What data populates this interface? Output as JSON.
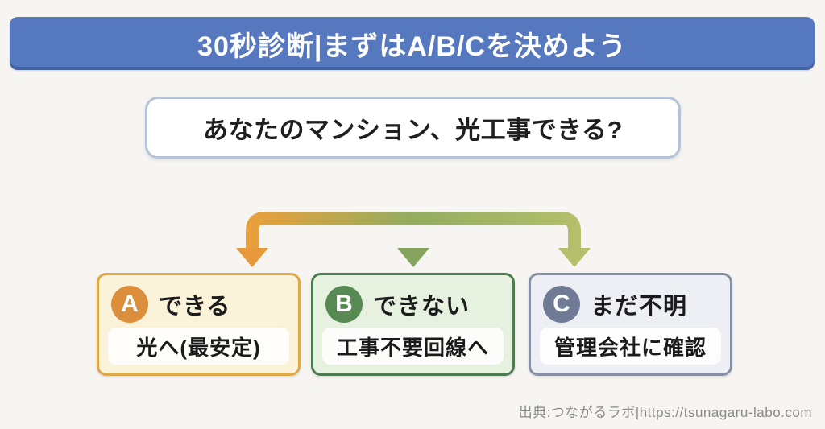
{
  "header": {
    "title": "30秒診断|まずはA/B/Cを決めよう",
    "bg_color": "#5578be",
    "text_color": "#ffffff"
  },
  "question": {
    "text": "あなたのマンション、光工事できる?"
  },
  "arrows": {
    "stem_gradient": [
      "#eda63f",
      "#7ba159"
    ],
    "bar_gradient": [
      "#e9a03c",
      "#94ad60",
      "#b3bf6b"
    ],
    "left_arrowhead_color": "#e8993b",
    "middle_arrowhead_color": "#85a55e",
    "right_arrowhead_color": "#b4c06c"
  },
  "options": [
    {
      "id": "A",
      "label": "できる",
      "action": "光へ(最安定)",
      "accent": "#db8e3c",
      "border": "#dfa847",
      "bg": "#fbf2da"
    },
    {
      "id": "B",
      "label": "できない",
      "action": "工事不要回線へ",
      "accent": "#578a52",
      "border": "#4d7c51",
      "bg": "#e7f1df"
    },
    {
      "id": "C",
      "label": "まだ不明",
      "action": "管理会社に確認",
      "accent": "#6f7a94",
      "border": "#8790a5",
      "bg": "#edeff4"
    }
  ],
  "footer": {
    "source": "出典:つながるラボ|https://tsunagaru-labo.com"
  }
}
